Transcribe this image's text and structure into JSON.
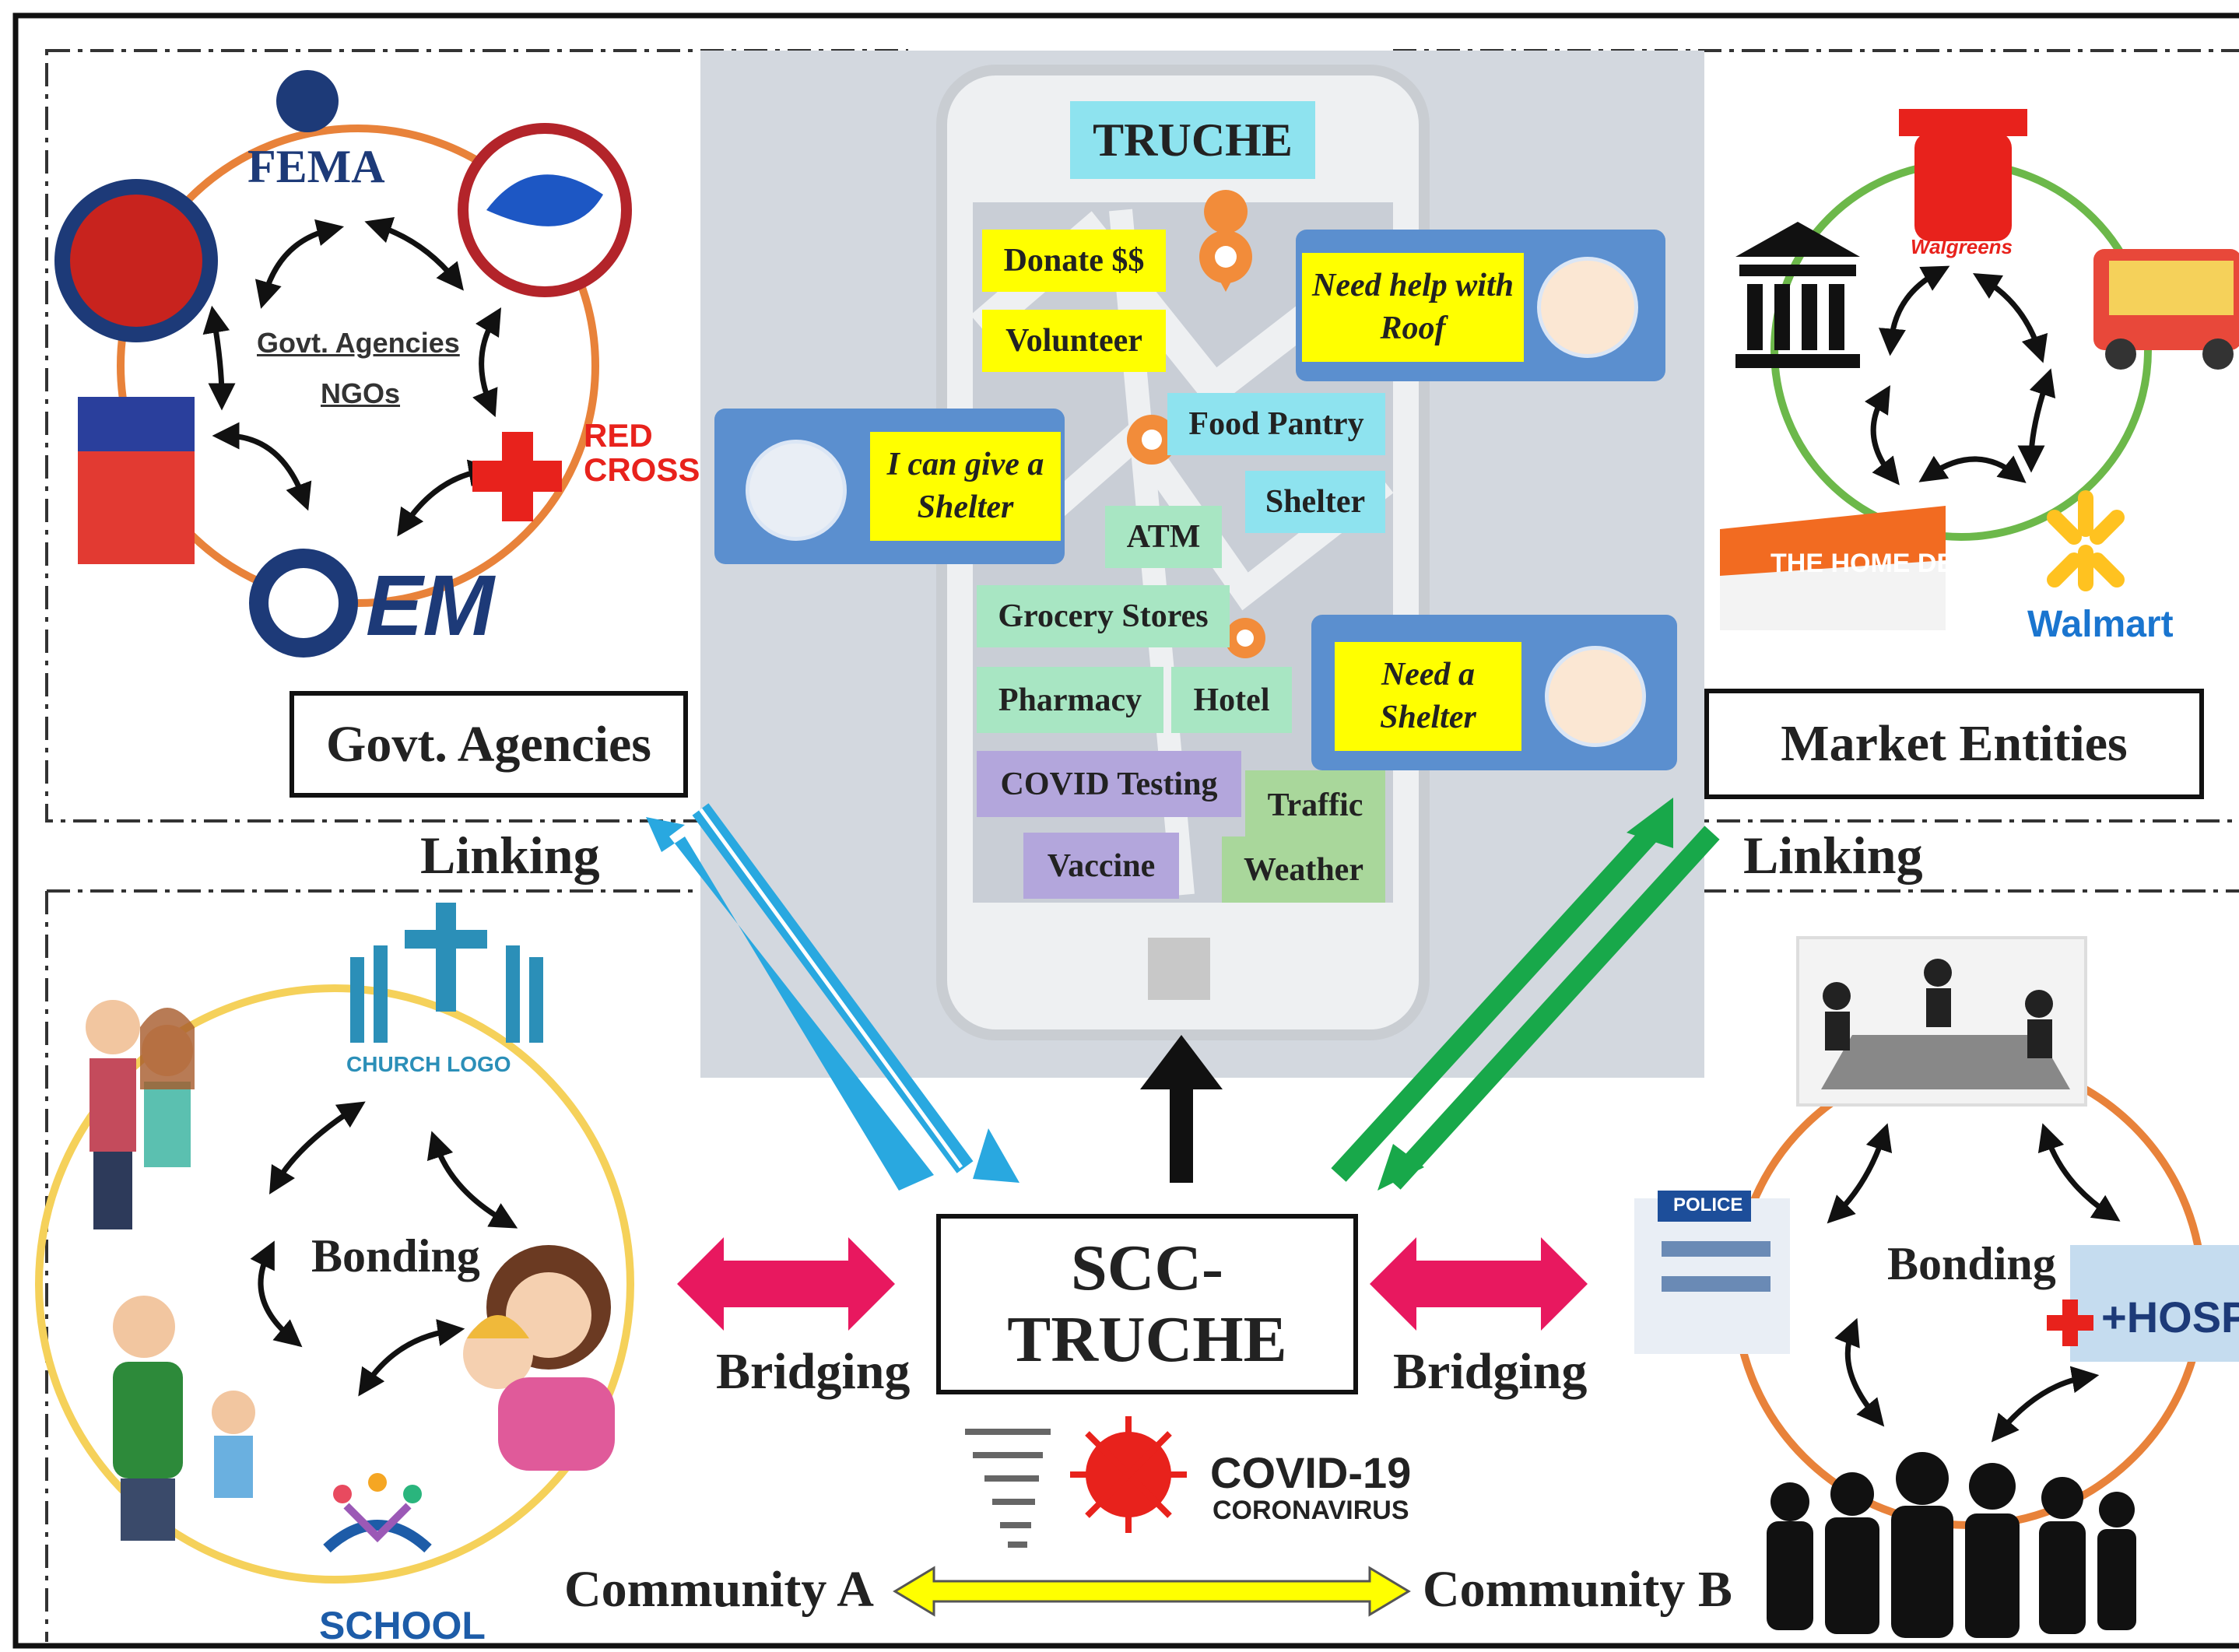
{
  "phone": {
    "title": "TRUCHE",
    "tags": {
      "donate": "Donate $$",
      "volunteer": "Volunteer",
      "food_pantry": "Food Pantry",
      "shelter": "Shelter",
      "atm": "ATM",
      "grocery": "Grocery Stores",
      "pharmacy": "Pharmacy",
      "hotel": "Hotel",
      "covid_testing": "COVID Testing",
      "traffic": "Traffic",
      "vaccine": "Vaccine",
      "weather": "Weather"
    },
    "bubbles": {
      "roof": "Need help with Roof",
      "give_shelter": "I can give a Shelter",
      "need_shelter": "Need a Shelter"
    }
  },
  "govt": {
    "box_label": "Govt. Agencies",
    "center_line1": "Govt. Agencies",
    "center_line2": "NGOs",
    "fema": "FEMA",
    "red_cross": "RED CROSS",
    "em": "EM"
  },
  "market": {
    "box_label": "Market Entities",
    "walmart": "Walmart",
    "walgreens": "Walgreens",
    "home_depot": "THE HOME DEPOT"
  },
  "community_a": {
    "bonding": "Bonding",
    "church": "CHURCH LOGO",
    "school": "SCHOOL"
  },
  "community_b": {
    "bonding": "Bonding",
    "hospital": "+HOSPI",
    "police": "POLICE"
  },
  "center": {
    "line1": "SCC-",
    "line2": "TRUCHE"
  },
  "labels": {
    "linking_left": "Linking",
    "linking_right": "Linking",
    "bridging_left": "Bridging",
    "bridging_right": "Bridging",
    "community_a": "Community A",
    "community_b": "Community B",
    "covid_main": "COVID-19",
    "covid_sub": "CORONAVIRUS"
  },
  "colors": {
    "linking_left": "#29a8e0",
    "linking_right": "#18a84a",
    "bridging": "#e8185f",
    "community_arrow": "#ffff00",
    "orange_ring": "#e8823a",
    "green_ring": "#6cb84a",
    "yellow_ring": "#f5d15a"
  }
}
